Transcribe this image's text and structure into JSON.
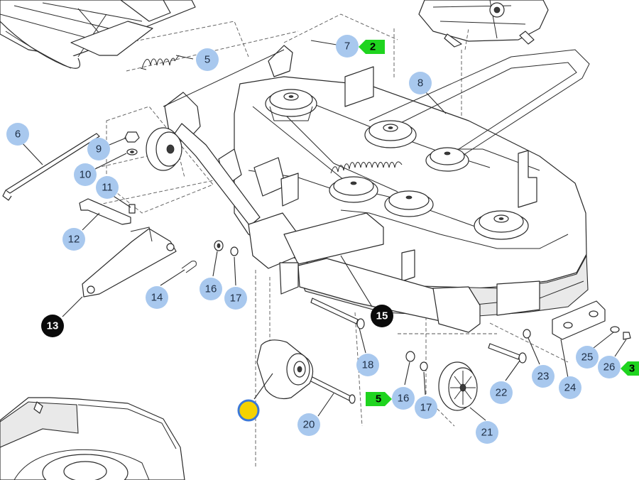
{
  "colors": {
    "callout_fill": "#a8c8ee",
    "callout_text": "#1f2f45",
    "callout_dark_fill": "#0a0a0a",
    "callout_dark_text": "#ffffff",
    "flag_fill": "#1fd41f",
    "selected_ring": "#3b78d8",
    "selected_fill": "#f5d200"
  },
  "callouts": [
    {
      "label": "5",
      "style": "blue"
    },
    {
      "label": "6",
      "style": "blue"
    },
    {
      "label": "7",
      "style": "blue"
    },
    {
      "label": "8",
      "style": "blue"
    },
    {
      "label": "9",
      "style": "blue"
    },
    {
      "label": "10",
      "style": "blue"
    },
    {
      "label": "11",
      "style": "blue"
    },
    {
      "label": "12",
      "style": "blue"
    },
    {
      "label": "13",
      "style": "black"
    },
    {
      "label": "14",
      "style": "blue"
    },
    {
      "label": "15",
      "style": "black"
    },
    {
      "label": "16",
      "style": "blue"
    },
    {
      "label": "17",
      "style": "blue"
    },
    {
      "label": "18",
      "style": "blue"
    },
    {
      "label": "16",
      "style": "blue"
    },
    {
      "label": "17",
      "style": "blue"
    },
    {
      "label": "20",
      "style": "blue"
    },
    {
      "label": "21",
      "style": "blue"
    },
    {
      "label": "22",
      "style": "blue"
    },
    {
      "label": "23",
      "style": "blue"
    },
    {
      "label": "24",
      "style": "blue"
    },
    {
      "label": "25",
      "style": "blue"
    },
    {
      "label": "26",
      "style": "blue"
    }
  ],
  "selected_callout": {
    "label": "",
    "style": "selected"
  },
  "quantity_flags": [
    {
      "label": "2"
    },
    {
      "label": "5"
    },
    {
      "label": "3"
    }
  ]
}
